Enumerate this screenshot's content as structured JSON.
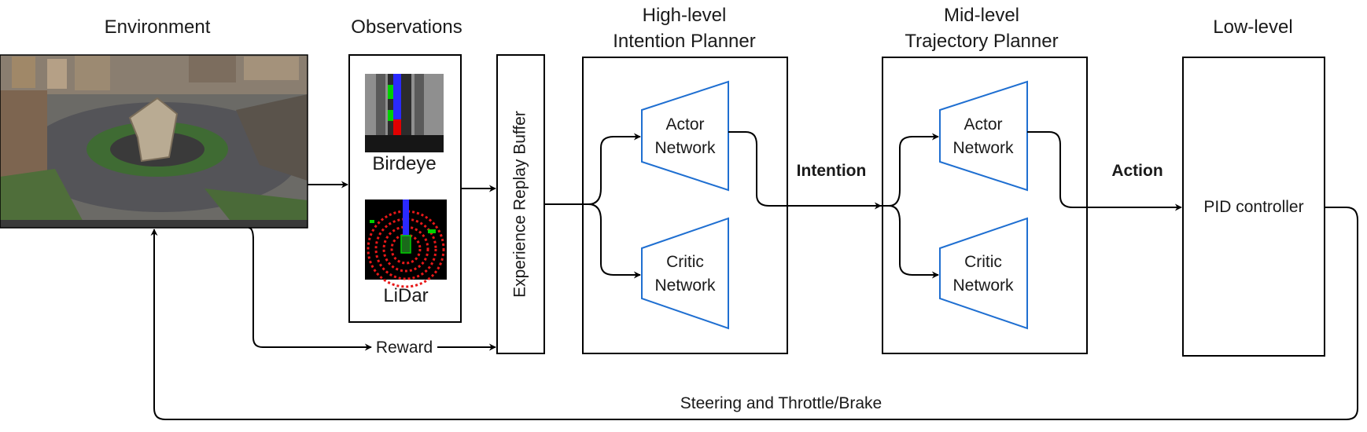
{
  "headers": {
    "environment": "Environment",
    "observations": "Observations",
    "high_level_line1": "High-level",
    "high_level_line2": "Intention Planner",
    "mid_level_line1": "Mid-level",
    "mid_level_line2": "Trajectory Planner",
    "low_level": "Low-level"
  },
  "observations": {
    "birdeye_label": "Birdeye",
    "lidar_label": "LiDar"
  },
  "buffer_label": "Experience Replay Buffer",
  "high_level": {
    "actor_line1": "Actor",
    "actor_line2": "Network",
    "critic_line1": "Critic",
    "critic_line2": "Network"
  },
  "mid_level": {
    "actor_line1": "Actor",
    "actor_line2": "Network",
    "critic_line1": "Critic",
    "critic_line2": "Network"
  },
  "low_level": {
    "controller_label": "PID controller"
  },
  "edges": {
    "reward": "Reward",
    "intention": "Intention",
    "action": "Action",
    "feedback": "Steering and Throttle/Brake"
  },
  "colors": {
    "network_outline": "#1f6fd1",
    "birdeye_blue": "#2a2aff",
    "birdeye_green": "#00d000",
    "birdeye_red": "#e00000",
    "lidar_red": "#e81818"
  }
}
